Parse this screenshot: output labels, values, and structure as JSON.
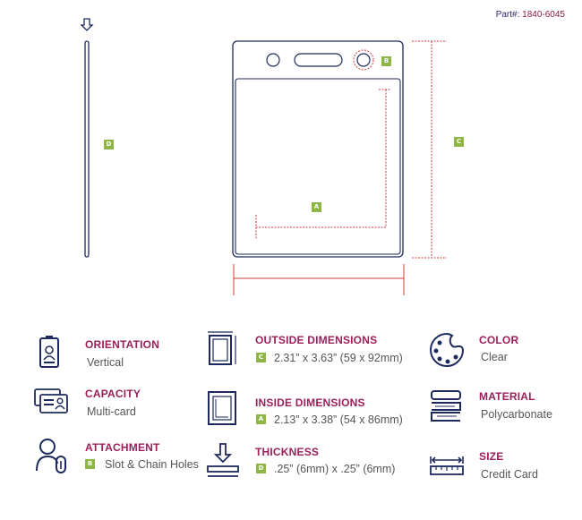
{
  "part": {
    "label": "Part#:",
    "number": "1840-6045"
  },
  "diagram": {
    "badges": {
      "a": "A",
      "b": "B",
      "c": "C",
      "d": "D"
    },
    "colors": {
      "outline": "#1d2a5e",
      "dim_red": "#d23a3a",
      "badge_green": "#8db644"
    }
  },
  "specs": {
    "orientation": {
      "title": "ORIENTATION",
      "value": "Vertical",
      "icon": "vertical-badge-icon"
    },
    "capacity": {
      "title": "CAPACITY",
      "value": "Multi-card",
      "icon": "multi-card-icon"
    },
    "attachment": {
      "title": "ATTACHMENT",
      "badge": "B",
      "value": "Slot & Chain Holes",
      "icon": "person-clip-icon"
    },
    "outside_dimensions": {
      "title": "OUTSIDE DIMENSIONS",
      "badge": "C",
      "value": "2.31” x 3.63” (59 x 92mm)",
      "icon": "outside-dimensions-icon"
    },
    "inside_dimensions": {
      "title": "INSIDE DIMENSIONS",
      "badge": "A",
      "value": "2.13” x 3.38” (54 x 86mm)",
      "icon": "inside-dimensions-icon"
    },
    "thickness": {
      "title": "THICKNESS",
      "badge": "D",
      "value": ".25” (6mm) x .25” (6mm)",
      "icon": "thickness-icon"
    },
    "color": {
      "title": "COLOR",
      "value": "Clear",
      "icon": "palette-icon"
    },
    "material": {
      "title": "MATERIAL",
      "value": "Polycarbonate",
      "icon": "material-stack-icon"
    },
    "size": {
      "title": "SIZE",
      "value": "Credit Card",
      "icon": "ruler-icon"
    }
  }
}
